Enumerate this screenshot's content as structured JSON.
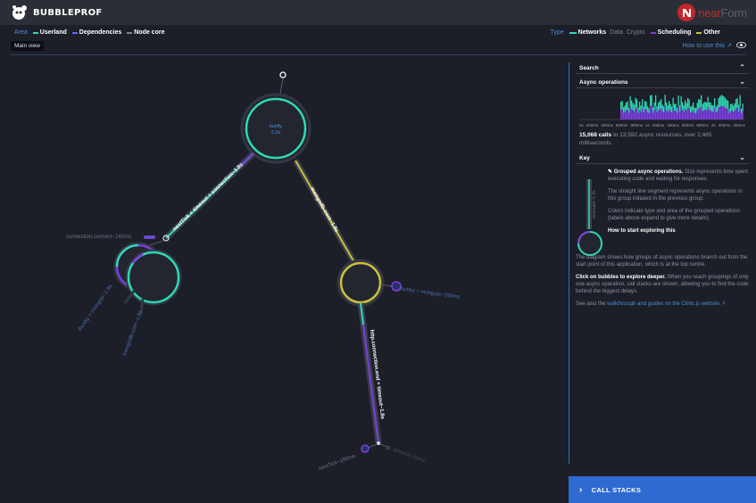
{
  "header": {
    "app_name": "BUBBLEPROF",
    "brand_a": "near",
    "brand_b": "Form"
  },
  "filters": {
    "area_label": "Area",
    "area_items": [
      {
        "label": "Userland",
        "color": "#2ed9b4"
      },
      {
        "label": "Dependencies",
        "color": "#5f6cf0"
      },
      {
        "label": "Node core",
        "color": "#7c8292"
      }
    ],
    "type_label": "Type",
    "type_items": [
      {
        "label": "Networks",
        "color": "#2ed9b4",
        "active": true
      },
      {
        "label": "Data",
        "active": false
      },
      {
        "label": "Crypto",
        "active": false
      },
      {
        "label": "Scheduling",
        "color": "#7b3fe0",
        "active": true
      },
      {
        "label": "Other",
        "color": "#c9c03c",
        "active": true
      }
    ]
  },
  "view": {
    "main_view": "Main view",
    "how_to": "How to use this"
  },
  "graph": {
    "root_label": "fastify",
    "root_time": "2.2s",
    "edge_labels": {
      "nexttick": "nextTick + timeout + connection~1.8s",
      "mongodb": "mongodb-core~1.8s",
      "http": "http.connection.end + timeout~1.8s"
    },
    "node_labels": {
      "conn": "connection.connect~140ms",
      "thunky": "thunky > mongojs~1.8s",
      "mongocore": "mongodb-core~1.8s",
      "thunky2": "thunky > mongojs~240ms",
      "nexttick2": "nextTick~180ms",
      "timeout": "timeout~41ms"
    }
  },
  "sidebar": {
    "search": "Search",
    "async_ops": "Async operations",
    "ticks": [
      "0s",
      "200ms",
      "400ms",
      "600ms",
      "800ms",
      "1s",
      "200ms",
      "400ms",
      "600ms",
      "800ms",
      "2s",
      "200ms",
      "400ms"
    ],
    "calls_bold": "15,068 calls",
    "calls_text": " to 13,592 async resources, over 2,465 milliseconds.",
    "key": "Key",
    "key_sample": "example~1.2s",
    "key_title": "Grouped async operations.",
    "key_p1": " Size represents time spent executing code and waiting for responses.",
    "key_p2": "The straight line segment represents async operations in this group initiated in the previous group.",
    "key_p3": "Colors indicate type and area of the grouped operations (labels above expand to give more details).",
    "how_start": "How to start exploring this",
    "explore_p1": "The diagram shows how groups of async operations branch out from the start point of this application, which is at the top centre.",
    "click_bold": "Click on bubbles to explore deeper.",
    "click_text": " When you reach groupings of only one async operation, call stacks are shown, allowing you to find the code behind the biggest delays.",
    "see_text": "See also the ",
    "see_link": "walkthrough and guides on the Clinic.js website",
    "call_stacks": "CALL STACKS"
  },
  "colors": {
    "networks": "#2ed9b4",
    "scheduling": "#7b3fe0",
    "other": "#c9c03c",
    "accent": "#2f6ad0"
  }
}
